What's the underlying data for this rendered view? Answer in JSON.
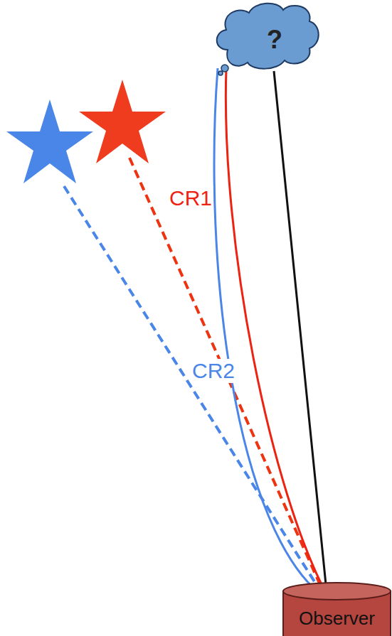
{
  "diagram": {
    "nodes": [
      {
        "text": [
          "?"
        ]
      },
      {
        "text": [
          "Observer"
        ]
      }
    ],
    "edges": [
      {
        "from": 0,
        "to": 1,
        "arrow": "none"
      },
      {
        "from": 0,
        "to": 1,
        "label": "CR1",
        "arrow": "none"
      },
      {
        "from": 0,
        "to": 1,
        "label": "CR2",
        "arrow": "none"
      }
    ]
  }
}
